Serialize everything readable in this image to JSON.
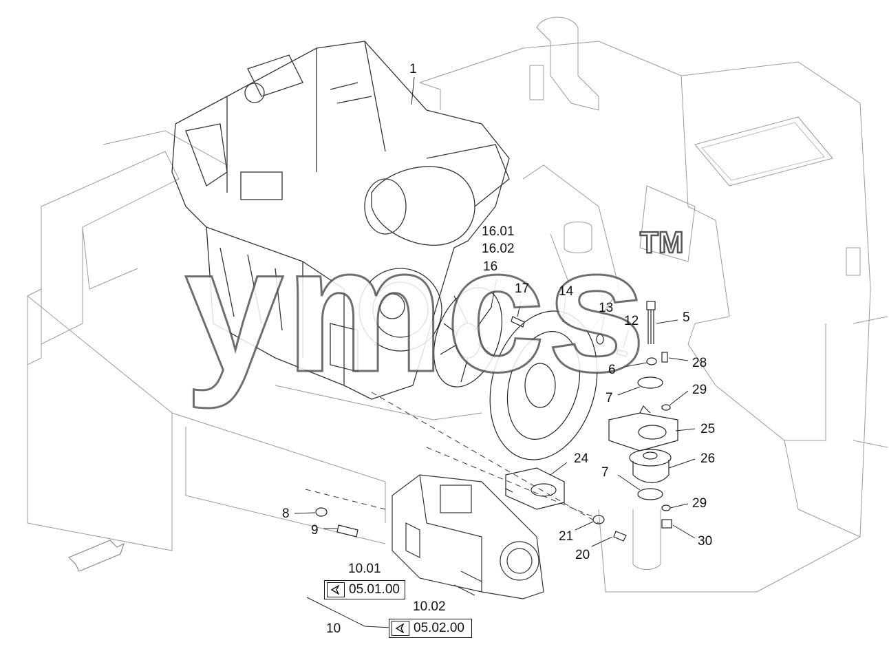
{
  "corner_mark": "",
  "watermark": {
    "text": "ymcs",
    "trademark": "TM"
  },
  "callouts": [
    {
      "id": "c1",
      "text": "1"
    },
    {
      "id": "c16_01",
      "text": "16.01"
    },
    {
      "id": "c16_02",
      "text": "16.02"
    },
    {
      "id": "c16",
      "text": "16"
    },
    {
      "id": "c17",
      "text": "17"
    },
    {
      "id": "c14",
      "text": "14"
    },
    {
      "id": "c13",
      "text": "13"
    },
    {
      "id": "c12",
      "text": "12"
    },
    {
      "id": "c5",
      "text": "5"
    },
    {
      "id": "c28",
      "text": "28"
    },
    {
      "id": "c6",
      "text": "6"
    },
    {
      "id": "c7a",
      "text": "7"
    },
    {
      "id": "c29a",
      "text": "29"
    },
    {
      "id": "c25",
      "text": "25"
    },
    {
      "id": "c26",
      "text": "26"
    },
    {
      "id": "c24",
      "text": "24"
    },
    {
      "id": "c7b",
      "text": "7"
    },
    {
      "id": "c29b",
      "text": "29"
    },
    {
      "id": "c8",
      "text": "8"
    },
    {
      "id": "c9",
      "text": "9"
    },
    {
      "id": "c21",
      "text": "21"
    },
    {
      "id": "c20",
      "text": "20"
    },
    {
      "id": "c30",
      "text": "30"
    },
    {
      "id": "c10_01",
      "text": "10.01"
    },
    {
      "id": "c10_02",
      "text": "10.02"
    },
    {
      "id": "c10",
      "text": "10"
    }
  ],
  "references": [
    {
      "id": "ref1",
      "text": "05.01.00",
      "icon": "page-reference-icon"
    },
    {
      "id": "ref2",
      "text": "05.02.00",
      "icon": "page-reference-icon"
    }
  ]
}
